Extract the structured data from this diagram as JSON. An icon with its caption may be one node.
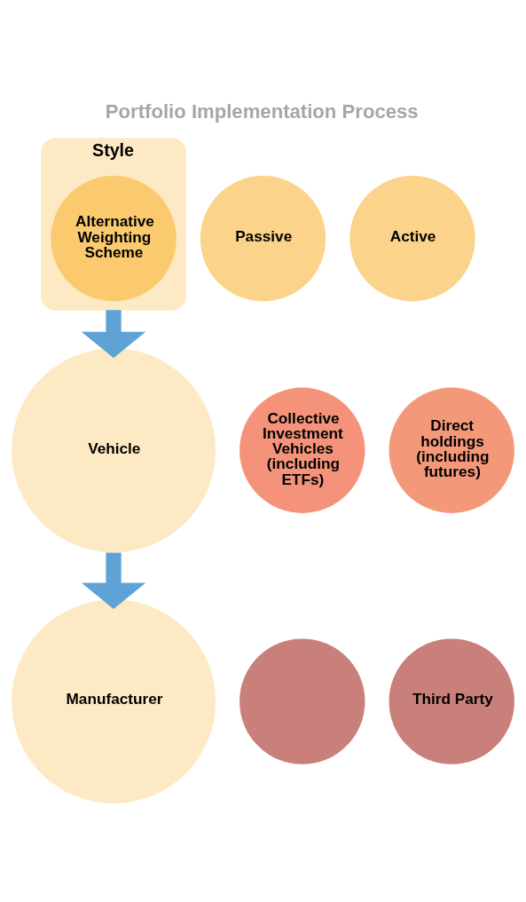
{
  "diagram": {
    "title": "Portfolio Implementation Process",
    "nodes": [
      {
        "text": [
          "Style"
        ]
      },
      {
        "text": [
          "Passive"
        ]
      },
      {
        "text": [
          "Alternative Weighting Scheme"
        ],
        "in": 0
      },
      {
        "text": [
          "Active"
        ]
      },
      {
        "text": [
          "Vehicle"
        ]
      },
      {
        "text": [
          "Collective Investment Vehicles (including ETFs)"
        ]
      },
      {
        "text": [
          "Direct holdings (including futures)"
        ]
      },
      {
        "text": [
          "Manufacturer"
        ]
      },
      {
        "text": [],
        "shape": "circle"
      },
      {
        "text": [
          "Third Party"
        ]
      }
    ],
    "edges": [
      {
        "from": 0,
        "to": 4,
        "arrow": "to"
      },
      {
        "from": 4,
        "to": 7,
        "arrow": "to"
      }
    ]
  }
}
